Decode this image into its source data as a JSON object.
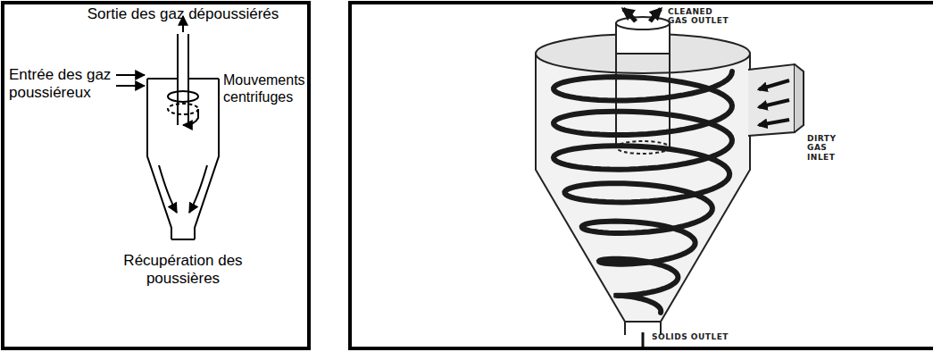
{
  "diagram": {
    "labels": [
      "Sortie des gaz dépoussiérés",
      "Entrée des gaz poussiéreux",
      "Mouvements centrifuges",
      "Récupération des poussières",
      "CLEANED GAS OUTLET",
      "DIRTY GAS INLET",
      "SOLIDS OUTLET"
    ]
  }
}
